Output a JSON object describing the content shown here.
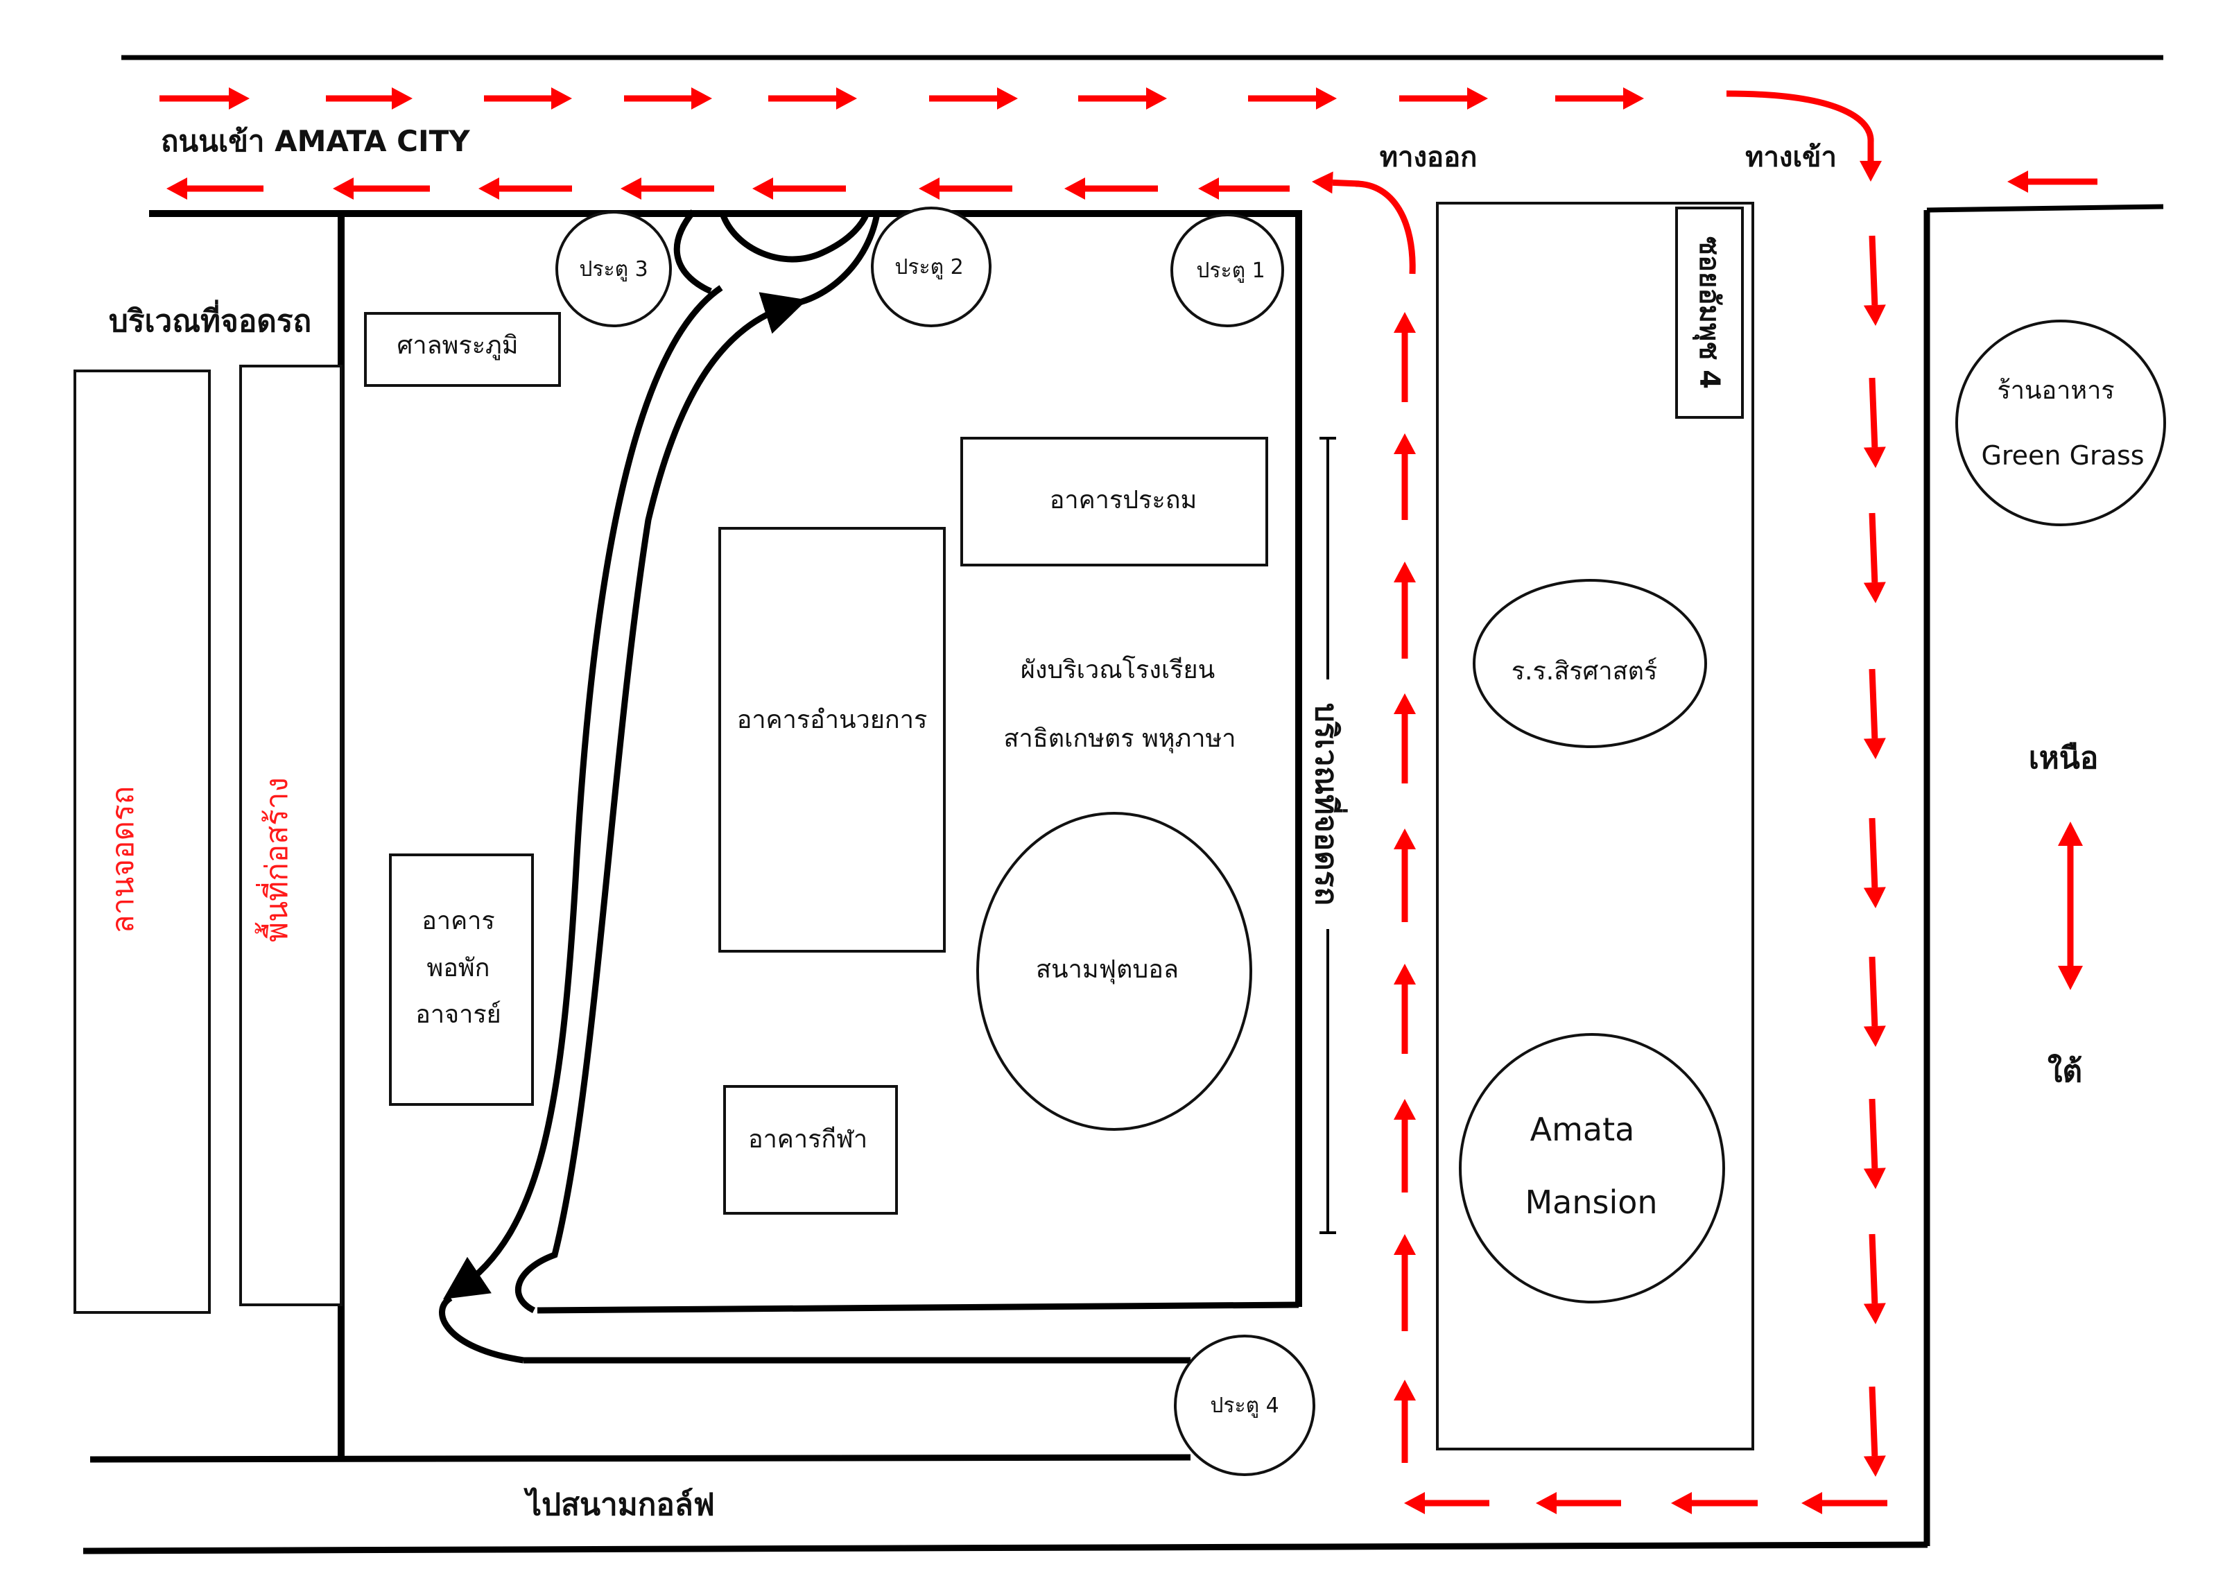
{
  "roads": {
    "amata_city_road": "ถนนเข้า AMATA CITY",
    "exit": "ทางออก",
    "entrance": "ทางเข้า",
    "to_golf_course": "ไปสนามกอล์ฟ",
    "soi": "ซอยอัมพุช 4"
  },
  "areas": {
    "parking_area": "บริเวณที่จอดรถ",
    "parking_lot": "ลานจอดรถ",
    "construction_area": "พื้นที่ก่อสร้าง",
    "roadside_parking": "บริเวณที่จอดรถ"
  },
  "gates": [
    "ประตู 1",
    "ประตู 2",
    "ประตู 3",
    "ประตู 4"
  ],
  "buildings": {
    "shrine": "ศาลพระภูมิ",
    "pathom": "อาคารประถม",
    "admin": "อาคารอำนวยการ",
    "teacher_dorm": [
      "อาคาร",
      "พอพัก",
      "อาจารย์"
    ],
    "gym": "อาคารกีฬา",
    "football_field": "สนามฟุตบอล"
  },
  "map_title": [
    "ผังบริเวณโรงเรียน",
    "สาธิตเกษตร พหุภาษา"
  ],
  "neighbors": {
    "sirisart": "ร.ร.สิรศาสตร์",
    "amata_mansion": [
      "Amata",
      "Mansion"
    ],
    "restaurant": [
      "ร้านอาหาร",
      "Green Grass"
    ]
  },
  "compass": {
    "north": "เหนือ",
    "south": "ใต้"
  },
  "colors": {
    "traffic_arrows": "#ff0000",
    "lines": "#000000",
    "construction_labels": "#ff1a1a"
  }
}
